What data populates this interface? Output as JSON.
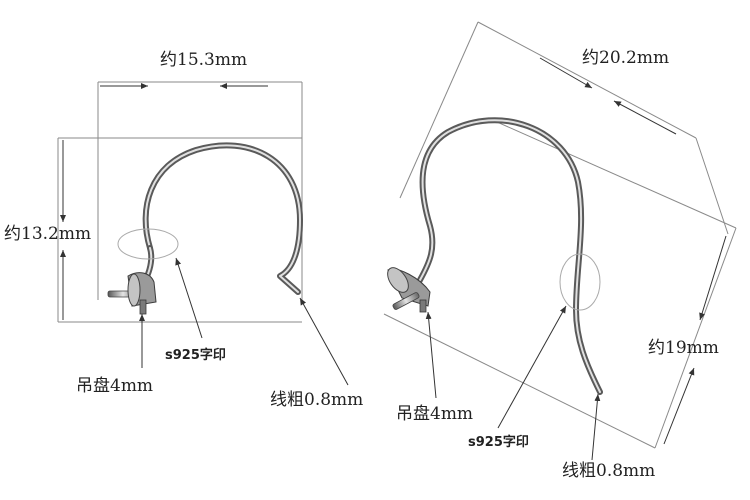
{
  "left_hook": {
    "width_label": "约15.3mm",
    "height_label": "约13.2mm",
    "pendant_label": "吊盘4mm",
    "stamp_label": "s925字印",
    "wire_label": "线粗0.8mm"
  },
  "right_hook": {
    "width_label": "约20.2mm",
    "height_label": "约19mm",
    "pendant_label": "吊盘4mm",
    "stamp_label": "s925字印",
    "wire_label": "线粗0.8mm"
  },
  "colors": {
    "metal_dark": "#5a5a5a",
    "metal_light": "#d9d9d9",
    "dimension_line": "#8a8a8a",
    "arrow": "#333333"
  }
}
